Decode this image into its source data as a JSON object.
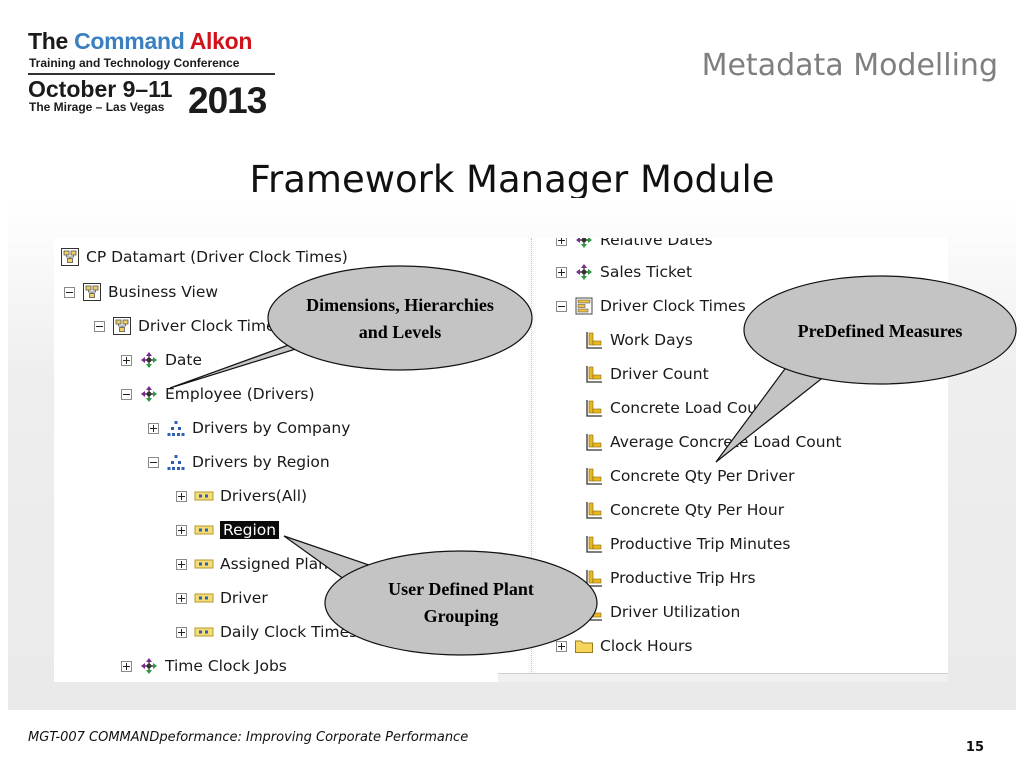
{
  "logo": {
    "line1": [
      "The ",
      "Command ",
      "Alkon"
    ],
    "line2": "Training and Technology Conference",
    "dates": "October 9–11",
    "venue": "The Mirage – Las Vegas",
    "year": "2013"
  },
  "section_title": "Metadata Modelling",
  "slide_title": "Framework Manager Module",
  "tree_left": [
    {
      "label": "CP Datamart (Driver Clock Times)",
      "icon": "namespace-icon",
      "expander": "none"
    },
    {
      "label": "Business View",
      "icon": "namespace-icon",
      "expander": "minus"
    },
    {
      "label": "Driver Clock Times",
      "icon": "namespace-icon",
      "expander": "minus"
    },
    {
      "label": "Date",
      "icon": "dimension-icon",
      "expander": "plus"
    },
    {
      "label": "Employee (Drivers)",
      "icon": "dimension-icon",
      "expander": "minus"
    },
    {
      "label": "Drivers by Company",
      "icon": "hierarchy-icon",
      "expander": "plus"
    },
    {
      "label": "Drivers by Region",
      "icon": "hierarchy-icon",
      "expander": "minus"
    },
    {
      "label": "Drivers(All)",
      "icon": "level-icon",
      "expander": "plus"
    },
    {
      "label": "Region",
      "icon": "level-icon",
      "expander": "plus",
      "selected": true
    },
    {
      "label": "Assigned Plant",
      "icon": "level-icon",
      "expander": "plus"
    },
    {
      "label": "Driver",
      "icon": "level-icon",
      "expander": "plus"
    },
    {
      "label": "Daily Clock Times",
      "icon": "level-icon",
      "expander": "plus"
    },
    {
      "label": "Time Clock Jobs",
      "icon": "dimension-icon",
      "expander": "plus"
    }
  ],
  "tree_right": [
    {
      "label": "Relative Dates",
      "icon": "dimension-icon",
      "expander": "plus"
    },
    {
      "label": "Sales Ticket",
      "icon": "dimension-icon",
      "expander": "plus"
    },
    {
      "label": "Driver Clock Times",
      "icon": "measure-dimension-icon",
      "expander": "minus"
    },
    {
      "label": "Work Days",
      "icon": "measure-icon",
      "expander": "none"
    },
    {
      "label": "Driver Count",
      "icon": "measure-icon",
      "expander": "none"
    },
    {
      "label": "Concrete Load Count",
      "icon": "measure-icon",
      "expander": "none"
    },
    {
      "label": "Average Concrete Load Count",
      "icon": "measure-icon",
      "expander": "none"
    },
    {
      "label": "Concrete Qty Per Driver",
      "icon": "measure-icon",
      "expander": "none"
    },
    {
      "label": "Concrete Qty Per Hour",
      "icon": "measure-icon",
      "expander": "none"
    },
    {
      "label": "Productive Trip Minutes",
      "icon": "measure-icon",
      "expander": "none"
    },
    {
      "label": "Productive Trip Hrs",
      "icon": "measure-icon",
      "expander": "none"
    },
    {
      "label": "Driver Utilization",
      "icon": "measure-icon",
      "expander": "none"
    },
    {
      "label": "Clock Hours",
      "icon": "folder-icon",
      "expander": "plus"
    }
  ],
  "callouts": {
    "dimensions": "Dimensions, Hierarchies and Levels",
    "predefined": "PreDefined Measures",
    "user_defined": "User Defined Plant Grouping"
  },
  "footer": "MGT-007 COMMANDpeformance: Improving Corporate Performance",
  "page_number": "15",
  "colors": {
    "brand_blue": "#3a7fc0",
    "brand_red": "#d2121b",
    "callout_fill": "#c4c4c4",
    "section_title": "#7f7f7f"
  }
}
